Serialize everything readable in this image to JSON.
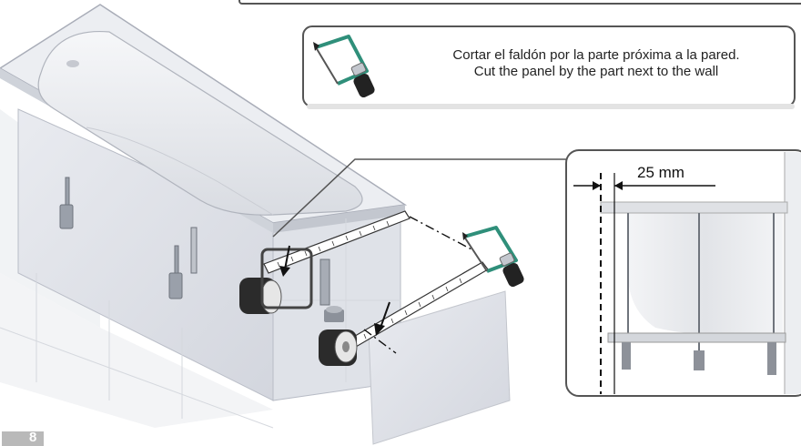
{
  "instruction": {
    "line_es": "Cortar el faldón por la parte próxima a la pared.",
    "line_en": "Cut the panel by the part next to the wall",
    "tool_icon": "hacksaw-icon"
  },
  "detail": {
    "dimension": "25 mm"
  },
  "page": {
    "number": "8"
  },
  "colors": {
    "frame": "#555555",
    "tool_green": "#2f8f7a",
    "tool_dark": "#222222",
    "bath_face": "#e7e9ee",
    "panel": "#f2f2f2"
  }
}
